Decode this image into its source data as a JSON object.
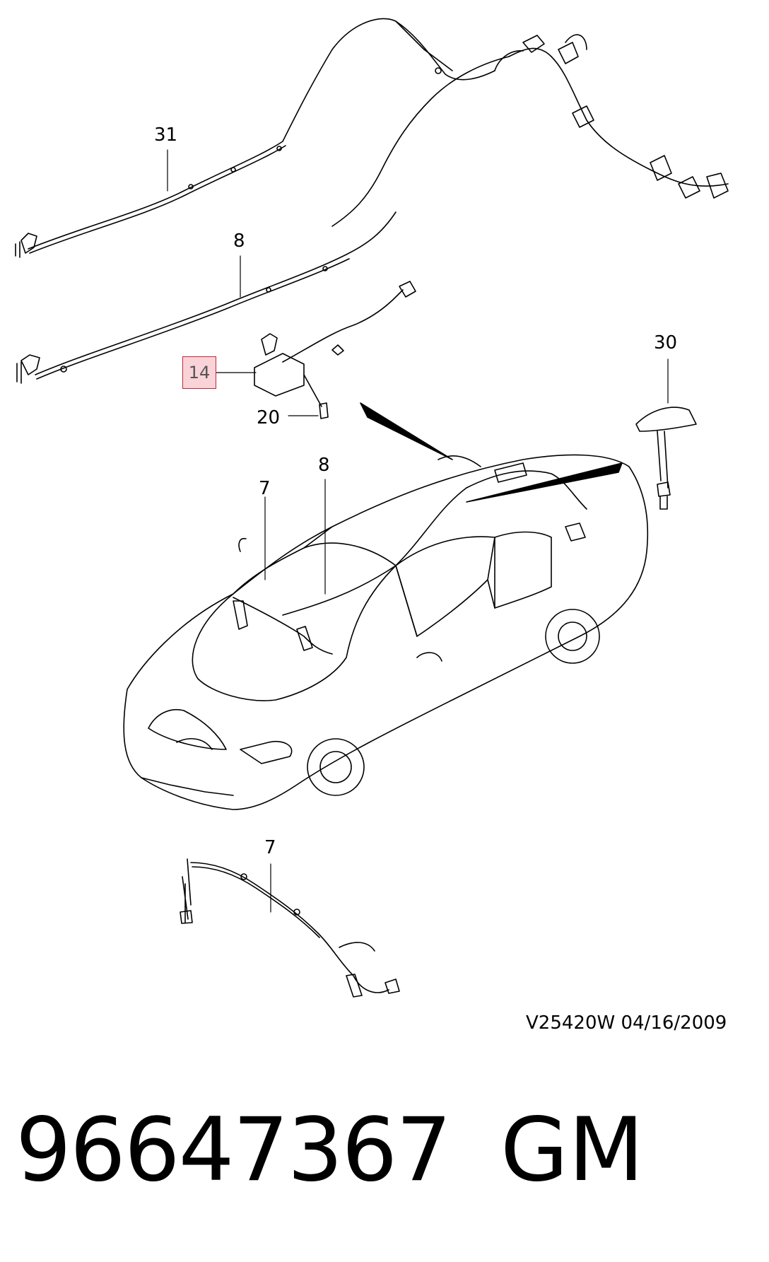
{
  "callouts": {
    "c31": "31",
    "c8_top": "8",
    "c14": "14",
    "c20": "20",
    "c30": "30",
    "c7_car": "7",
    "c8_car": "8",
    "c7_bottom": "7"
  },
  "reference": "V25420W  04/16/2009",
  "part_number": "96647367",
  "brand": "GM",
  "colors": {
    "highlight_fill": "#f9d3d7",
    "highlight_border": "#c0283a",
    "line": "#000000"
  }
}
